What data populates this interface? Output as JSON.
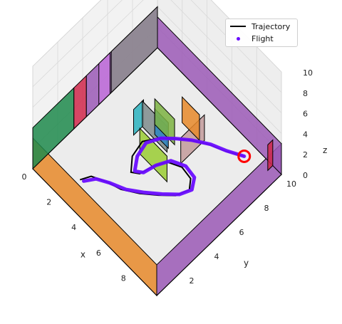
{
  "chart_data": {
    "type": "line",
    "projection": "3d",
    "legend": {
      "placement": "top-right",
      "entries": [
        {
          "label": "Trajectory",
          "marker": "line",
          "color": "#000000"
        },
        {
          "label": "Flight",
          "marker": "dot",
          "color": "#6a0dff"
        }
      ]
    },
    "axes": {
      "x": {
        "label": "x",
        "ticks": [
          "0",
          "2",
          "4",
          "6",
          "8"
        ],
        "range": [
          0,
          10
        ]
      },
      "y": {
        "label": "y",
        "ticks": [
          "2",
          "4",
          "6",
          "8",
          "10"
        ],
        "range": [
          0,
          10
        ]
      },
      "z": {
        "label": "z",
        "ticks": [
          "0",
          "2",
          "4",
          "6",
          "8",
          "10"
        ],
        "range": [
          0,
          10
        ]
      }
    },
    "grid": true,
    "colors": {
      "trajectory": "#000000",
      "flight": "#6a0dff",
      "goal_marker": "#ff0000",
      "floor": "#ececec"
    },
    "series": [
      {
        "name": "Trajectory",
        "points": [
          [
            2.3,
            1.5,
            0
          ],
          [
            2.6,
            2.1,
            0
          ],
          [
            3.4,
            2.5,
            0
          ],
          [
            4.3,
            2.8,
            0
          ],
          [
            5.2,
            3.4,
            0
          ],
          [
            6.0,
            4.1,
            0
          ],
          [
            6.7,
            4.8,
            0
          ],
          [
            7.0,
            5.6,
            0
          ],
          [
            6.6,
            6.1,
            0
          ],
          [
            5.8,
            6.2,
            0
          ],
          [
            5.0,
            5.8,
            0
          ],
          [
            4.6,
            5.0,
            0
          ],
          [
            4.4,
            4.2,
            0
          ],
          [
            4.0,
            3.9,
            0
          ],
          [
            3.4,
            4.6,
            0
          ],
          [
            3.2,
            5.6,
            0
          ],
          [
            3.7,
            6.4,
            0
          ],
          [
            4.3,
            7.0,
            0
          ],
          [
            5.0,
            7.6,
            0
          ],
          [
            5.9,
            8.2,
            0
          ],
          [
            6.8,
            8.6,
            0
          ],
          [
            7.8,
            9.2,
            0
          ]
        ]
      },
      {
        "name": "Flight",
        "points": [
          [
            2.5,
            1.6,
            0
          ],
          [
            2.9,
            2.2,
            0
          ],
          [
            3.6,
            2.6,
            0
          ],
          [
            4.5,
            3.0,
            0
          ],
          [
            5.3,
            3.6,
            0
          ],
          [
            6.1,
            4.3,
            0
          ],
          [
            6.8,
            5.0,
            0
          ],
          [
            7.1,
            5.7,
            0
          ],
          [
            6.7,
            6.3,
            0
          ],
          [
            5.9,
            6.4,
            0
          ],
          [
            5.1,
            6.0,
            0
          ],
          [
            4.7,
            5.2,
            0
          ],
          [
            4.5,
            4.4,
            0
          ],
          [
            4.1,
            4.1,
            0
          ],
          [
            3.6,
            4.8,
            0
          ],
          [
            3.4,
            5.7,
            0
          ],
          [
            3.8,
            6.5,
            0
          ],
          [
            4.4,
            7.1,
            0
          ],
          [
            5.1,
            7.7,
            0
          ],
          [
            6.0,
            8.3,
            0
          ],
          [
            6.9,
            8.7,
            0
          ],
          [
            7.8,
            9.2,
            0
          ]
        ]
      }
    ],
    "goal": [
      7.8,
      9.2,
      0
    ],
    "walls": [
      {
        "from": [
          0,
          0
        ],
        "to": [
          10,
          0
        ],
        "h": 3,
        "color": "#e8892a"
      },
      {
        "from": [
          10,
          0
        ],
        "to": [
          10,
          10
        ],
        "h": 3,
        "color": "#9b59b6"
      },
      {
        "from": [
          0,
          10
        ],
        "to": [
          10,
          10
        ],
        "h": 3,
        "color": "#9b59b6"
      },
      {
        "from": [
          0,
          0
        ],
        "to": [
          0,
          3.3
        ],
        "h": 4,
        "color": "#1f8a4c"
      },
      {
        "from": [
          0,
          3.3
        ],
        "to": [
          0,
          4.3
        ],
        "h": 4,
        "color": "#d0284b"
      },
      {
        "from": [
          0,
          4.3
        ],
        "to": [
          0,
          10
        ],
        "h": 4,
        "color": "#9b59b6"
      },
      {
        "from": [
          0,
          5.3
        ],
        "to": [
          0,
          6.2
        ],
        "h": 4,
        "color": "#c678dd"
      },
      {
        "from": [
          0,
          6.3
        ],
        "to": [
          0,
          10
        ],
        "h": 4,
        "color": "#8d8d8d"
      },
      {
        "from": [
          2.6,
          5.5
        ],
        "to": [
          2.6,
          6.3
        ],
        "h": 2.5,
        "color": "#2bb3c0"
      },
      {
        "from": [
          2.6,
          6.2
        ],
        "to": [
          4.6,
          6.2
        ],
        "h": 2.5,
        "color": "#7f8c8d"
      },
      {
        "from": [
          3.6,
          5.0
        ],
        "to": [
          5.8,
          5.0
        ],
        "h": 2.5,
        "color": "#9acd32"
      },
      {
        "from": [
          5.6,
          6.3
        ],
        "to": [
          5.6,
          8.2
        ],
        "h": 2.5,
        "color": "#c39b9b"
      },
      {
        "from": [
          3.4,
          6.4
        ],
        "to": [
          4.5,
          6.4
        ],
        "h": 2.5,
        "color": "#2e86c1"
      },
      {
        "from": [
          3.0,
          6.8
        ],
        "to": [
          4.6,
          6.8
        ],
        "h": 2.5,
        "color": "#7cb342"
      },
      {
        "from": [
          4.0,
          8.0
        ],
        "to": [
          5.4,
          8.0
        ],
        "h": 2.5,
        "color": "#e8892a"
      },
      {
        "from": [
          9.3,
          9.6
        ],
        "to": [
          9.3,
          10
        ],
        "h": 2.5,
        "color": "#d0284b"
      }
    ]
  }
}
